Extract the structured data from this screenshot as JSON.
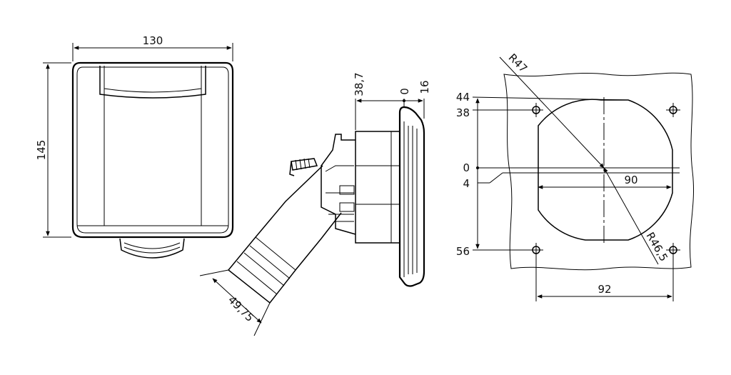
{
  "front_view": {
    "width_dim": "130",
    "height_dim": "145"
  },
  "side_view": {
    "dim_38_7": "38,7",
    "dim_0": "0",
    "dim_16": "16",
    "dim_49_75": "49,75"
  },
  "cutout_view": {
    "y_44": "44",
    "y_38": "38",
    "y_0": "0",
    "y_4": "4",
    "y_56": "56",
    "radius_47": "R47",
    "radius_46_5": "R46,5",
    "width_90": "90",
    "width_92": "92"
  },
  "colors": {
    "line": "#000000",
    "background": "#ffffff"
  }
}
